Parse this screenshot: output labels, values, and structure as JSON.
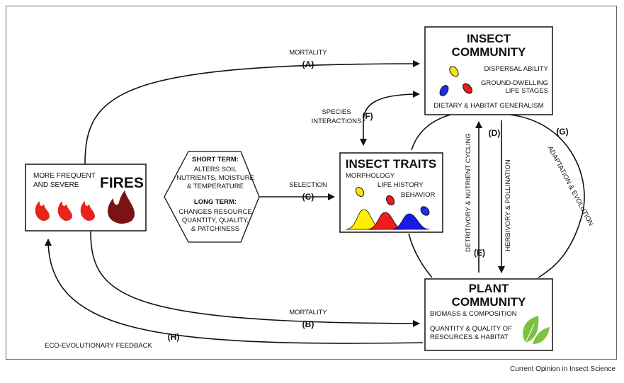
{
  "fires_box": {
    "label": "MORE FREQUENT AND SEVERE",
    "label_line1": "MORE FREQUENT",
    "label_line2": "AND SEVERE",
    "title": "FIRES",
    "icon": "fire-icon",
    "flame_colors": [
      "#e8231c",
      "#7a1414"
    ]
  },
  "effects_hexagon": {
    "short_term_heading": "SHORT TERM:",
    "short_term_lines": [
      "ALTERS SOIL",
      "NUTRIENTS, MOISTURE",
      "& TEMPERATURE"
    ],
    "long_term_heading": "LONG TERM:",
    "long_term_lines": [
      "CHANGES RESOURCE",
      "QUANTITY, QUALITY,",
      "& PATCHINESS"
    ]
  },
  "insect_community": {
    "title_line1": "INSECT",
    "title_line2": "COMMUNITY",
    "items": [
      "DISPERSAL ABILITY",
      "GROUND-DWELLING",
      "LIFE STAGES",
      "DIETARY & HABITAT GENERALISM"
    ],
    "insect_colors": [
      "#f2e41a",
      "#1f2fe0",
      "#e0201c"
    ]
  },
  "insect_traits": {
    "title": "INSECT TRAITS",
    "items": [
      "MORPHOLOGY",
      "LIFE HISTORY",
      "BEHAVIOR"
    ],
    "curve_colors": [
      "#ffee00",
      "#ee1c1c",
      "#1a1ae6"
    ]
  },
  "plant_community": {
    "title_line1": "PLANT",
    "title_line2": "COMMUNITY",
    "items": [
      "BIOMASS & COMPOSITION",
      "QUANTITY & QUALITY OF",
      "RESOURCES & HABITAT"
    ],
    "icon": "leaf-icon",
    "leaf_color": "#7cc242"
  },
  "links": {
    "a": {
      "letter": "(A)",
      "label": "MORTALITY"
    },
    "b": {
      "letter": "(B)",
      "label": "MORTALITY"
    },
    "c": {
      "letter": "(C)",
      "label": "SELECTION"
    },
    "d": {
      "letter": "(D)",
      "label": "HERBIVORY & POLLINATION"
    },
    "e": {
      "letter": "(E)",
      "label": "DETRITIVORY & NUTRIENT CYCLING"
    },
    "f": {
      "letter": "(F)",
      "label_line1": "SPECIES",
      "label_line2": "INTERACTIONS"
    },
    "g": {
      "letter": "(G)",
      "label": "ADAPTATION & EVOLUTION"
    },
    "h": {
      "letter": "(H)",
      "label": "ECO-EVOLUTIONARY FEEDBACK"
    }
  },
  "caption": "Current Opinion in Insect Science"
}
